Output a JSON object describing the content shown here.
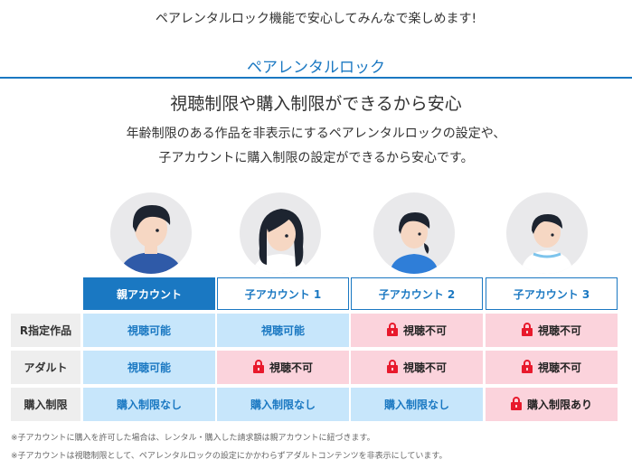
{
  "top_message": "ペアレンタルロック機能で安心してみんなで楽しめます!",
  "section_title": "ペアレンタルロック",
  "headline": "視聴制限や購入制限ができるから安心",
  "description": {
    "line1": "年齢制限のある作品を非表示にするペアレンタルロックの設定や、",
    "line2": "子アカウントに購入制限の設定ができるから安心です。"
  },
  "accounts": [
    {
      "label": "親アカウント",
      "active": true
    },
    {
      "label": "子アカウント 1",
      "active": false
    },
    {
      "label": "子アカウント 2",
      "active": false
    },
    {
      "label": "子アカウント 3",
      "active": false
    }
  ],
  "rows": [
    {
      "label": "R指定作品",
      "cells": [
        "視聴可能",
        "視聴可能",
        "視聴不可",
        "視聴不可"
      ]
    },
    {
      "label": "アダルト",
      "cells": [
        "視聴可能",
        "視聴不可",
        "視聴不可",
        "視聴不可"
      ]
    },
    {
      "label": "購入制限",
      "cells": [
        "購入制限なし",
        "購入制限なし",
        "購入制限なし",
        "購入制限あり"
      ]
    }
  ],
  "notes": [
    "※子アカウントに購入を許可した場合は、レンタル・購入した請求額は親アカウントに紐づきます。",
    "※子アカウントは視聴制限として、ペアレンタルロックの設定にかかわらずアダルトコンテンツを非表示にしています。"
  ],
  "colors": {
    "accent": "#1a78c2",
    "allowed_bg": "#c7e6fb",
    "denied_bg": "#fbd3dc",
    "lock_red": "#e8192c",
    "label_bg": "#eeeeee"
  },
  "icons": {
    "restricted": "lock-icon"
  }
}
